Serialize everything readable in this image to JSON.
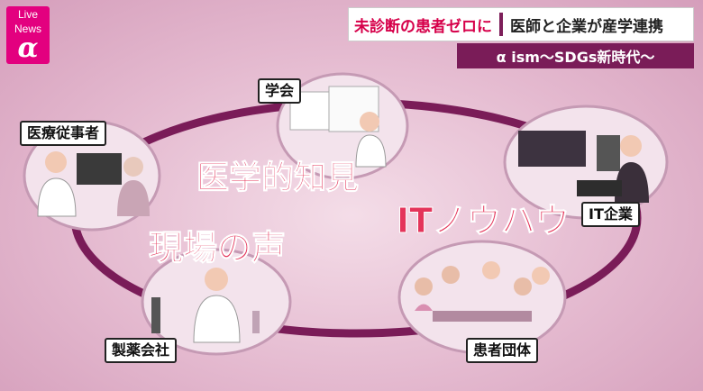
{
  "logo": {
    "line1": "Live",
    "line2": "News",
    "alpha": "α"
  },
  "headline": {
    "red": "未診断の患者ゼロに",
    "black": "医師と企業が産学連携"
  },
  "subtitle": "α ism～SDGs新時代～",
  "nodes": {
    "academic": "学会",
    "medical_staff": "医療従事者",
    "it_company": "IT企業",
    "pharma": "製薬会社",
    "patient_group": "患者団体"
  },
  "keywords": {
    "medical_knowledge": "医学的知見",
    "it_knowhow": "ITノウハウ",
    "field_voice": "現場の声"
  },
  "colors": {
    "ring": "#7a1c58",
    "accent": "#e3007f",
    "keyword": "#e4345a"
  }
}
